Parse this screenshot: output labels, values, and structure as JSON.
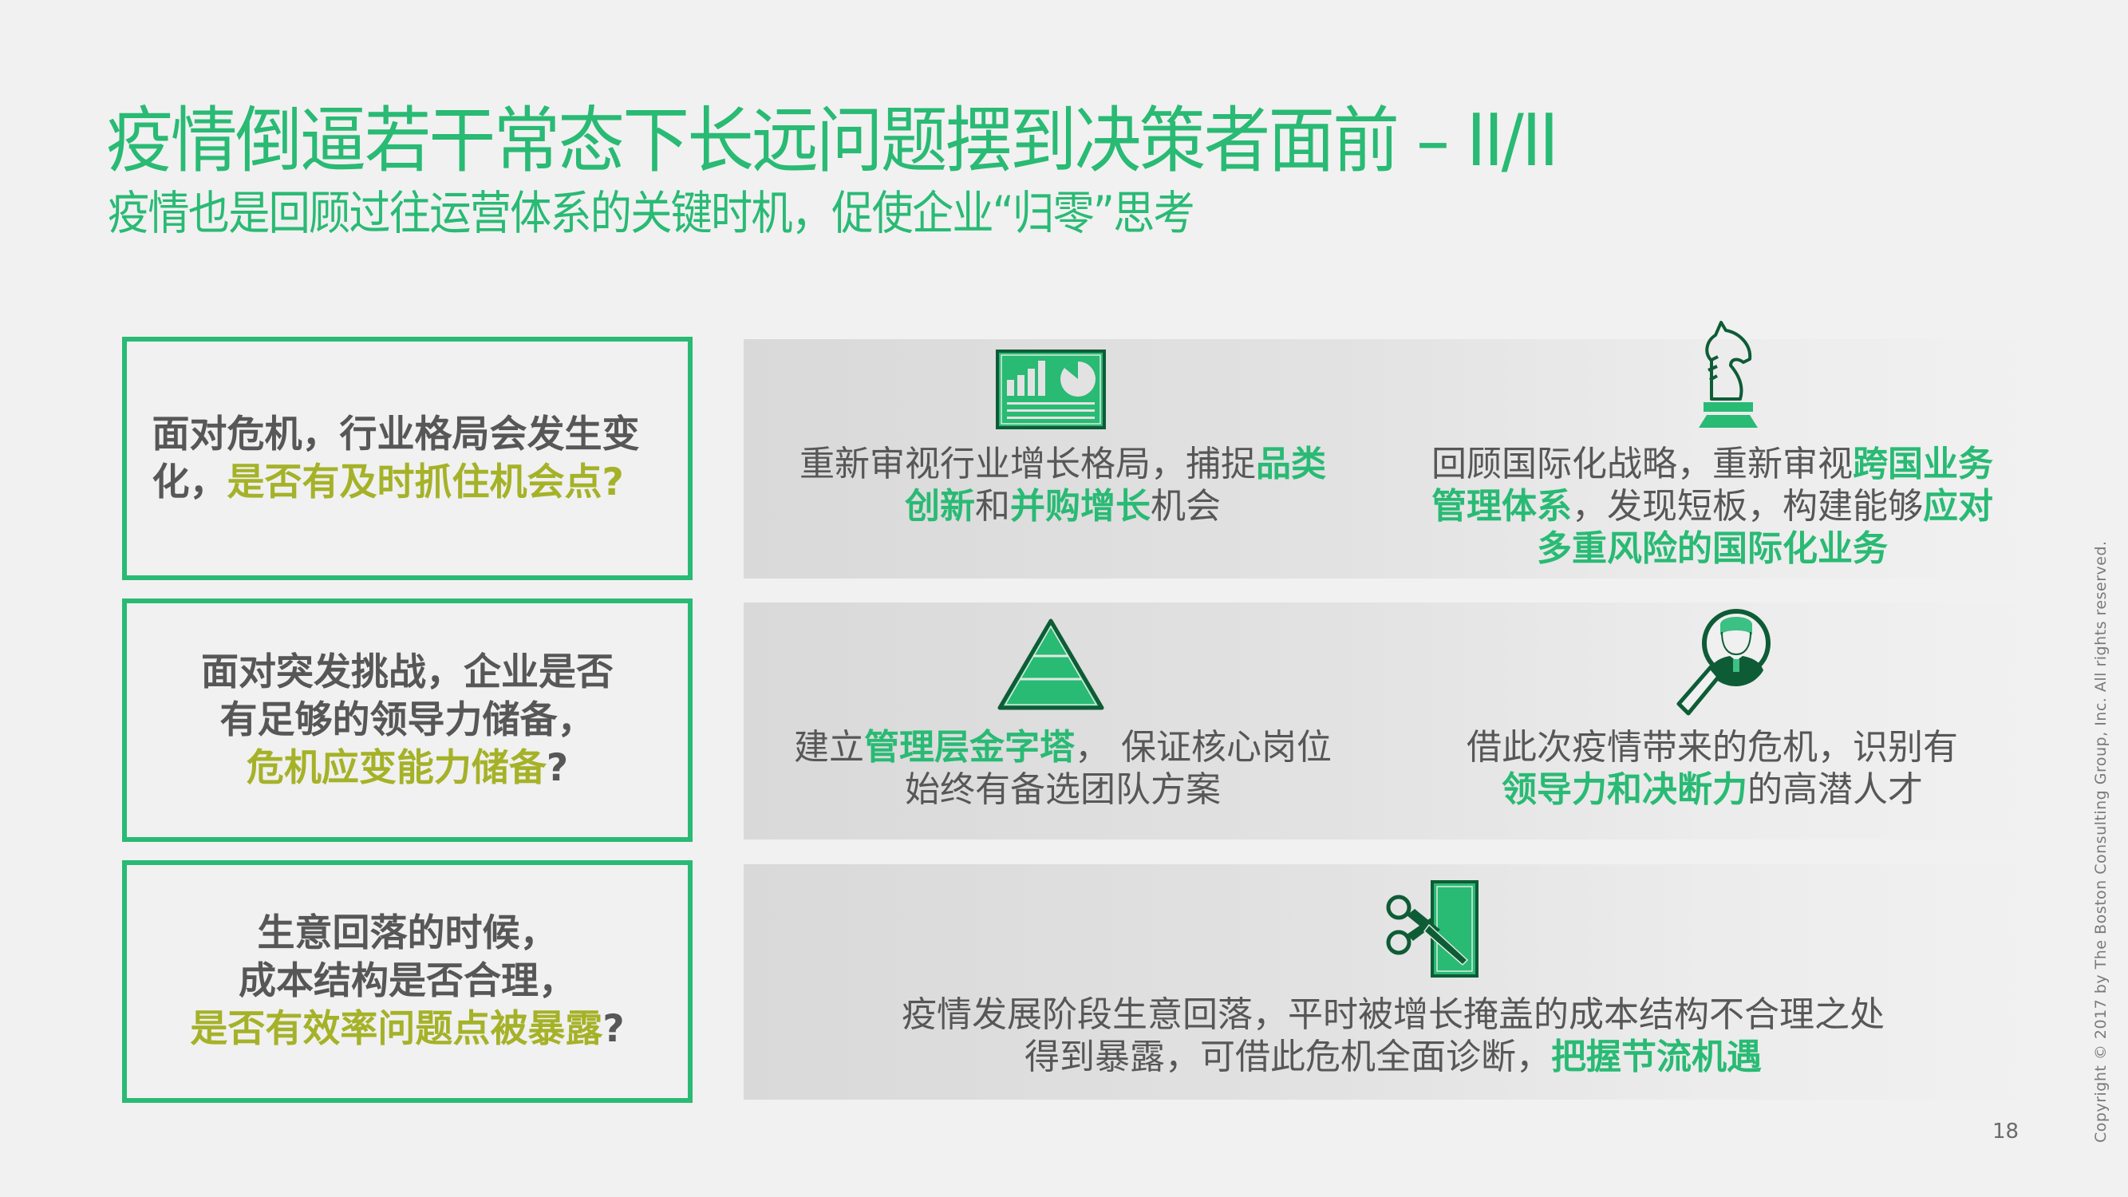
{
  "header": {
    "title": "疫情倒逼若干常态下长远问题摆到决策者面前 – II/II",
    "subtitle": "疫情也是回顾过往运营体系的关键时机，促使企业“归零”思考"
  },
  "rows": [
    {
      "question": {
        "plain": "面对危机，行业格局会发生变化，",
        "highlight": "是否有及时抓住机会点",
        "end": "?"
      },
      "left_cell": {
        "icon": "chart-report-icon",
        "segments": [
          {
            "t": "重新审视行业增长格局，捕捉",
            "hl": false
          },
          {
            "t": "品类",
            "hl": true
          },
          {
            "br": true
          },
          {
            "t": "创新",
            "hl": true
          },
          {
            "t": "和",
            "hl": false
          },
          {
            "t": "并购增长",
            "hl": true
          },
          {
            "t": "机会",
            "hl": false
          }
        ],
        "text_line1_plain": "重新审视行业增长格局，捕捉",
        "text_line1_hl": "品类",
        "text_line2_hl1": "创新",
        "text_line2_plain1": "和",
        "text_line2_hl2": "并购增长",
        "text_line2_plain2": "机会"
      },
      "right_cell": {
        "icon": "chess-knight-icon",
        "text_line1_plain": "回顾国际化战略，重新审视",
        "text_line1_hl": "跨国业务",
        "text_line2_hl1": "管理体系",
        "text_line2_plain1": "，发现短板，构建能够",
        "text_line2_hl2": "应对",
        "text_line3_hl": "多重风险的国际化业务"
      }
    },
    {
      "question": {
        "line1": "面对突发挑战，企业是否",
        "line2": "有足够的领导力储备，",
        "highlight": "危机应变能力储备",
        "end": "?"
      },
      "left_cell": {
        "icon": "pyramid-icon",
        "text_line1_plain1": "建立",
        "text_line1_hl": "管理层金字塔",
        "text_line1_plain2": "， 保证核心岗位",
        "text_line2_plain": "始终有备选团队方案"
      },
      "right_cell": {
        "icon": "talent-search-icon",
        "text_line1_plain": "借此次疫情带来的危机，识别有",
        "text_line2_hl": "领导力和决断力",
        "text_line2_plain": "的高潜人才"
      }
    },
    {
      "question": {
        "line1": "生意回落的时候，",
        "line2": "成本结构是否合理，",
        "highlight": "是否有效率问题点被暴露",
        "end": "?"
      },
      "full_cell": {
        "icon": "scissors-cut-cost-icon",
        "text_line1_plain": "疫情发展阶段生意回落，平时被增长掩盖的成本结构不合理之处",
        "text_line2_plain": "得到暴露，可借此危机全面诊断，",
        "text_line2_hl": "把握节流机遇"
      }
    }
  ],
  "footer": {
    "page_number": "18",
    "copyright": "Copyright © 2017 by The Boston Consulting Group, Inc. All rights reserved."
  },
  "colors": {
    "brand_green": "#29ba74",
    "dark_green": "#0e5c36",
    "olive_highlight": "#a5b228",
    "body_text": "#575757",
    "background": "#f1f1f1",
    "panel_gray": "#d9d9d9"
  }
}
